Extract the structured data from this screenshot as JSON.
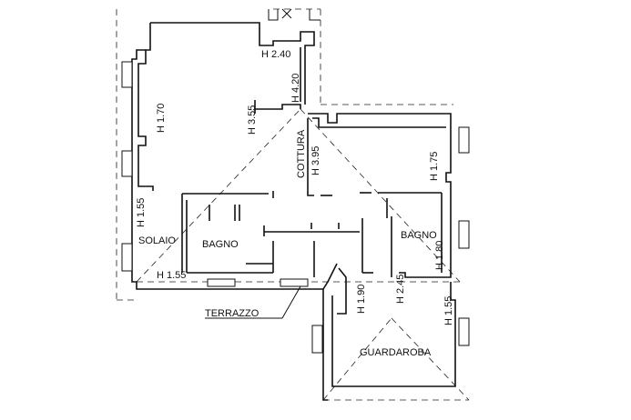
{
  "rooms": {
    "solaio": "SOLAIO",
    "bagno_left": "BAGNO",
    "bagno_right": "BAGNO",
    "cottura": "COTTURA",
    "guardaroba": "GUARDAROBA",
    "terrazzo": "TERRAZZO"
  },
  "heights": {
    "h240": "H 2.40",
    "h420": "H 4.20",
    "h355": "H 3.55",
    "h170": "H 1.70",
    "h395": "H 3.95",
    "h175": "H 1.75",
    "h155_left": "H 1.55",
    "h155_bottom": "H 1.55",
    "h180": "H 1.80",
    "h245": "H 2.45",
    "h190": "H 1.90",
    "h155_right": "H 1.55"
  }
}
